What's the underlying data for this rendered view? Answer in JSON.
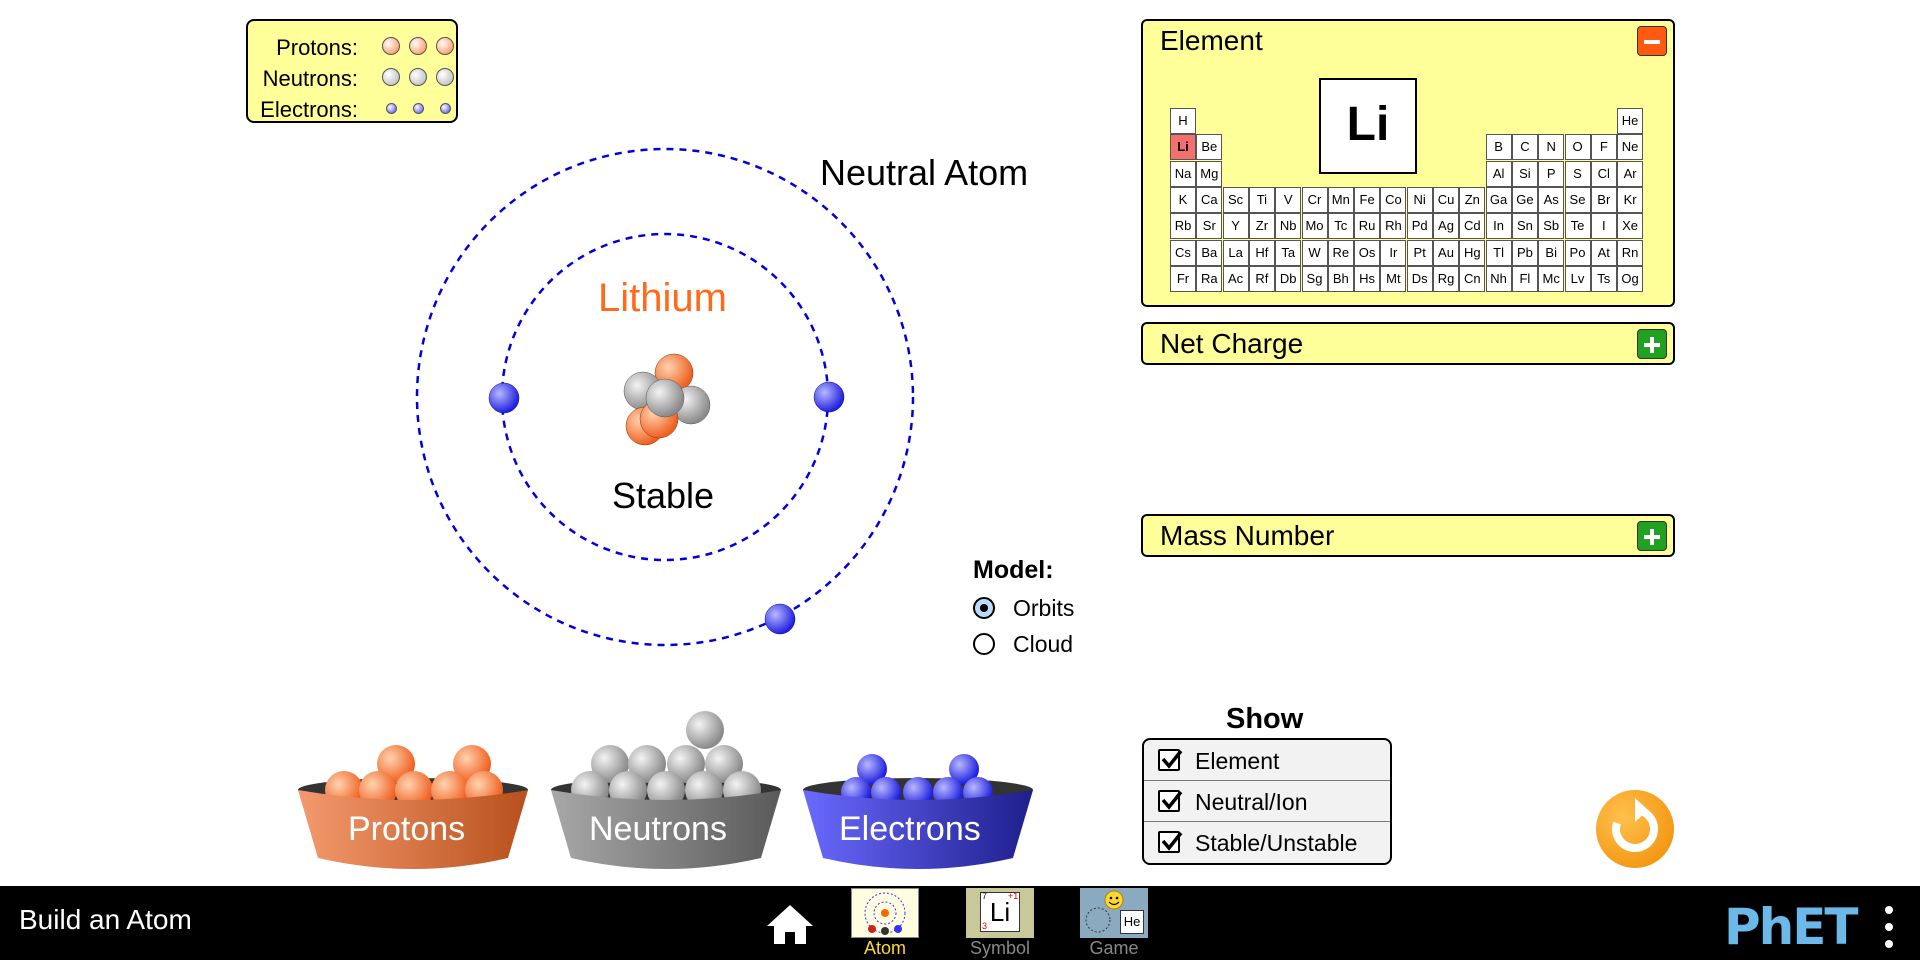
{
  "legend": {
    "rows": [
      {
        "label": "Protons:",
        "count": 3,
        "color": "#ff7f3f"
      },
      {
        "label": "Neutrons:",
        "count": 3,
        "color": "#b0b0b0"
      },
      {
        "label": "Electrons:",
        "count": 3,
        "color": "#4040ff"
      }
    ]
  },
  "atom": {
    "charge_label": "Neutral Atom",
    "element_name": "Lithium",
    "stability_label": "Stable",
    "electron_color": "#3a3aff",
    "orbit_color": "#0000dd"
  },
  "model": {
    "title": "Model:",
    "options": [
      {
        "label": "Orbits",
        "selected": true
      },
      {
        "label": "Cloud",
        "selected": false
      }
    ]
  },
  "panels": {
    "element": {
      "title": "Element",
      "expanded": true,
      "symbol": "Li"
    },
    "net_charge": {
      "title": "Net Charge",
      "expanded": false
    },
    "mass_number": {
      "title": "Mass Number",
      "expanded": false
    }
  },
  "periodic_table": {
    "selected": "Li",
    "rows": [
      [
        "H",
        null,
        null,
        null,
        null,
        null,
        null,
        null,
        null,
        null,
        null,
        null,
        null,
        null,
        null,
        null,
        null,
        "He"
      ],
      [
        "Li",
        "Be",
        null,
        null,
        null,
        null,
        null,
        null,
        null,
        null,
        null,
        null,
        "B",
        "C",
        "N",
        "O",
        "F",
        "Ne"
      ],
      [
        "Na",
        "Mg",
        null,
        null,
        null,
        null,
        null,
        null,
        null,
        null,
        null,
        null,
        "Al",
        "Si",
        "P",
        "S",
        "Cl",
        "Ar"
      ],
      [
        "K",
        "Ca",
        "Sc",
        "Ti",
        "V",
        "Cr",
        "Mn",
        "Fe",
        "Co",
        "Ni",
        "Cu",
        "Zn",
        "Ga",
        "Ge",
        "As",
        "Se",
        "Br",
        "Kr"
      ],
      [
        "Rb",
        "Sr",
        "Y",
        "Zr",
        "Nb",
        "Mo",
        "Tc",
        "Ru",
        "Rh",
        "Pd",
        "Ag",
        "Cd",
        "In",
        "Sn",
        "Sb",
        "Te",
        "I",
        "Xe"
      ],
      [
        "Cs",
        "Ba",
        "La",
        "Hf",
        "Ta",
        "W",
        "Re",
        "Os",
        "Ir",
        "Pt",
        "Au",
        "Hg",
        "Tl",
        "Pb",
        "Bi",
        "Po",
        "At",
        "Rn"
      ],
      [
        "Fr",
        "Ra",
        "Ac",
        "Rf",
        "Db",
        "Sg",
        "Bh",
        "Hs",
        "Mt",
        "Ds",
        "Rg",
        "Cn",
        "Nh",
        "Fl",
        "Mc",
        "Lv",
        "Ts",
        "Og"
      ]
    ]
  },
  "buckets": [
    {
      "label": "Protons",
      "color": "#e8764a"
    },
    {
      "label": "Neutrons",
      "color": "#8a8a8a"
    },
    {
      "label": "Electrons",
      "color": "#3434c8"
    }
  ],
  "show": {
    "title": "Show",
    "options": [
      {
        "label": "Element",
        "checked": true
      },
      {
        "label": "Neutral/Ion",
        "checked": true
      },
      {
        "label": "Stable/Unstable",
        "checked": true
      }
    ]
  },
  "navbar": {
    "sim_title": "Build an Atom",
    "home_icon": "home-icon",
    "tabs": [
      {
        "label": "Atom",
        "active": true
      },
      {
        "label": "Symbol",
        "active": false
      },
      {
        "label": "Game",
        "active": false
      }
    ],
    "symbol_thumb": {
      "symbol": "Li",
      "mass": "7",
      "number": "3",
      "charge": "+1"
    },
    "game_thumb": {
      "symbol": "He"
    },
    "logo": "PhET"
  }
}
